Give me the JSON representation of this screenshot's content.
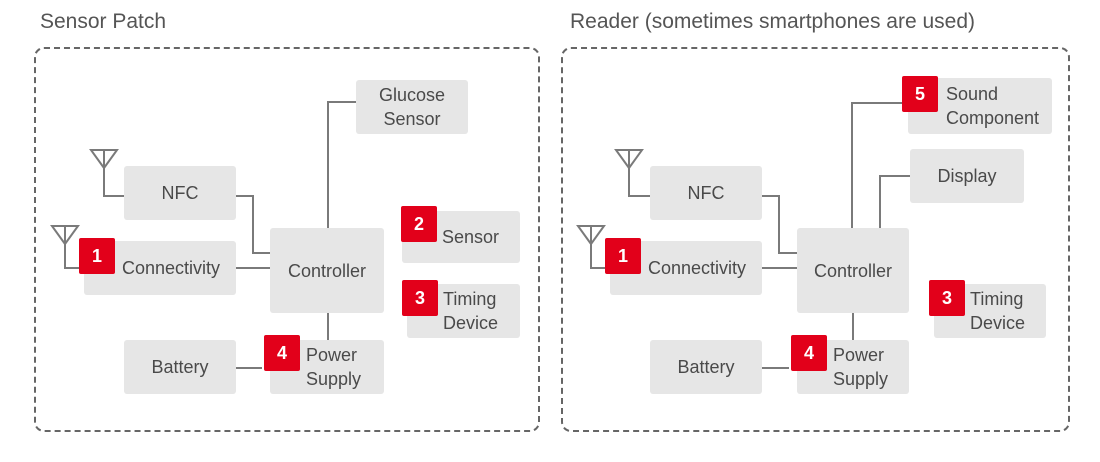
{
  "panels": {
    "sensor_patch": {
      "title": "Sensor Patch",
      "components": {
        "glucose_sensor": "Glucose\nSensor",
        "nfc": "NFC",
        "connectivity": "Connectivity",
        "controller": "Controller",
        "sensor": "Sensor",
        "timing_device": "Timing\nDevice",
        "battery": "Battery",
        "power_supply": "Power\nSupply"
      },
      "badges": {
        "connectivity": "1",
        "sensor": "2",
        "timing_device": "3",
        "power_supply": "4"
      }
    },
    "reader": {
      "title": "Reader (sometimes smartphones are used)",
      "components": {
        "sound_component": "Sound\nComponent",
        "display": "Display",
        "nfc": "NFC",
        "connectivity": "Connectivity",
        "controller": "Controller",
        "timing_device": "Timing\nDevice",
        "battery": "Battery",
        "power_supply": "Power\nSupply"
      },
      "badges": {
        "sound_component": "5",
        "connectivity": "1",
        "timing_device": "3",
        "power_supply": "4"
      }
    }
  },
  "colors": {
    "accent": "#e2001a",
    "box": "#e6e6e6",
    "line": "#777777",
    "frame": "#666666"
  }
}
